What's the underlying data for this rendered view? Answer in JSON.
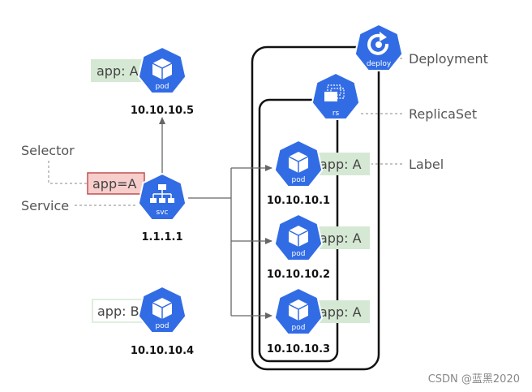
{
  "colors": {
    "k8s_blue": "#326ce5",
    "label_green": "#d5e8d4",
    "selector_red": "#f8cecc",
    "selector_border": "#c05050",
    "line_gray": "#666666",
    "frame": "#111111"
  },
  "annotations": {
    "deployment": "Deployment",
    "replicaset": "ReplicaSet",
    "label": "Label",
    "selector": "Selector",
    "service": "Service"
  },
  "icons": {
    "pod": "pod",
    "svc": "svc",
    "rs": "rs",
    "deploy": "deploy"
  },
  "tags": {
    "pod5": "app: A",
    "pod1": "app: A",
    "pod2": "app: A",
    "pod3": "app: A",
    "pod4": "app: B",
    "selector": "app=A"
  },
  "ips": {
    "pod5": "10.10.10.5",
    "pod1": "10.10.10.1",
    "pod2": "10.10.10.2",
    "pod3": "10.10.10.3",
    "pod4": "10.10.10.4",
    "svc": "1.1.1.1"
  },
  "watermark": "CSDN @蓝黑2020"
}
